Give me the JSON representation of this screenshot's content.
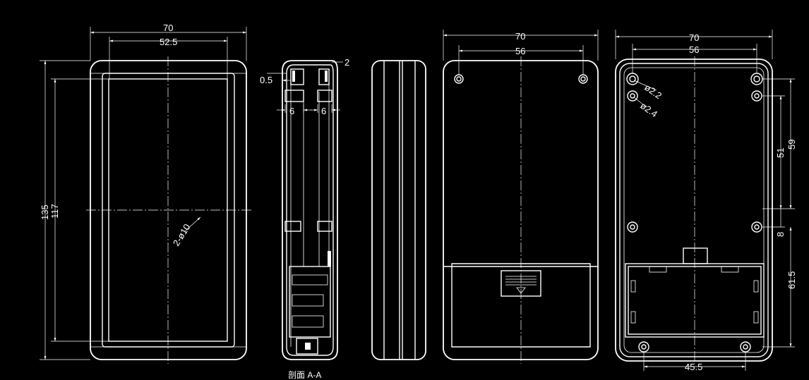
{
  "dimensions": {
    "front_width": "70",
    "front_inner_width": "52.5",
    "front_height": "135",
    "front_inner_height": "117",
    "front_hole_note": "2-ø10",
    "section_wall": "0.5",
    "section_top": "2",
    "section_rib_left": "6",
    "section_rib_right": "6",
    "back_width": "70",
    "back_hole_spacing": "56",
    "inside_width": "70",
    "inside_hole_spacing": "56",
    "inside_hole_dia_1": "ø2.2",
    "inside_hole_dia_2": "ø2.4",
    "inside_v_59": "59",
    "inside_v_51": "51",
    "inside_v_8": "8",
    "inside_v_61_5": "61.5",
    "inside_bottom_spacing": "45.5"
  },
  "section_label": "剖面 A-A"
}
